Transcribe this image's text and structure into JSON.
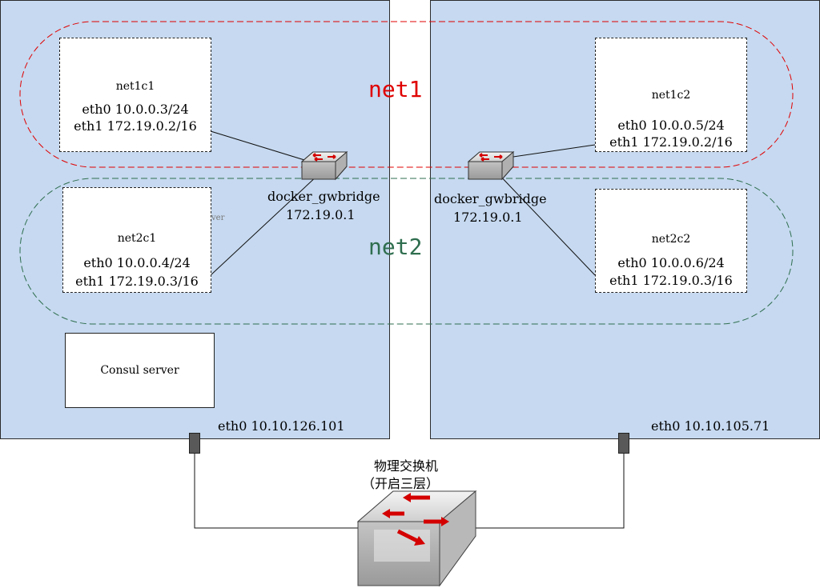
{
  "hosts": {
    "left": {
      "eth0": "eth0 10.10.126.101",
      "consul": "Consul server",
      "faint_text": "ver"
    },
    "right": {
      "eth0": "eth0 10.10.105.71"
    }
  },
  "containers": {
    "net1c1": {
      "name": "net1c1",
      "eth0": "eth0 10.0.0.3/24",
      "eth1": "eth1 172.19.0.2/16"
    },
    "net2c1": {
      "name": "net2c1",
      "eth0": "eth0 10.0.0.4/24",
      "eth1": "eth1 172.19.0.3/16"
    },
    "net1c2": {
      "name": "net1c2",
      "eth0": "eth0 10.0.0.5/24",
      "eth1": "eth1 172.19.0.2/16"
    },
    "net2c2": {
      "name": "net2c2",
      "eth0": "eth0 10.0.0.6/24",
      "eth1": "eth1 172.19.0.3/16"
    }
  },
  "bridges": {
    "left": {
      "name": "docker_gwbridge",
      "ip": "172.19.0.1"
    },
    "right": {
      "name": "docker_gwbridge",
      "ip": "172.19.0.1"
    }
  },
  "networks": {
    "net1": {
      "label": "net1",
      "color": "#e00000"
    },
    "net2": {
      "label": "net2",
      "color": "#2f6e4f"
    }
  },
  "physical_switch": {
    "line1": "物理交换机",
    "line2": "（开启三层）"
  },
  "colors": {
    "host_fill": "#c6d9f0",
    "switch_arrow": "#d40000"
  }
}
